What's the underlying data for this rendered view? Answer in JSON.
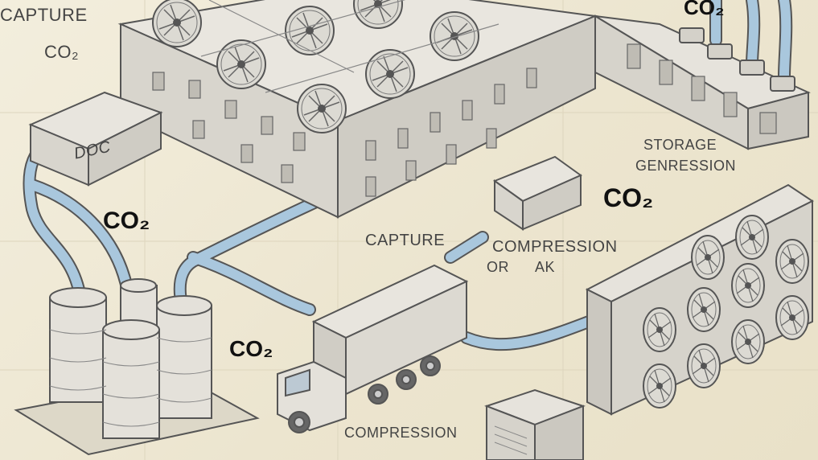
{
  "labels": {
    "capture_top": "CAPTURE",
    "co2_top_left": "CO₂",
    "doc_box": "DOC",
    "co2_top_right": "CO₂",
    "co2_left": "CO₂",
    "storage": "STORAGE",
    "genression": "GENRESSION",
    "co2_right": "CO₂",
    "capture_mid": "CAPTURE",
    "compression_mid": "COMPRESSION",
    "or_ak": "OR      AK",
    "co2_truck": "CO₂",
    "compression_bottom": "COMPRESSION"
  },
  "colors": {
    "background": "#efe9d6",
    "pipe": "#a9c7dd",
    "outline": "#555555",
    "unit_face": "#e6e3dc",
    "unit_side": "#d2cfc7"
  }
}
